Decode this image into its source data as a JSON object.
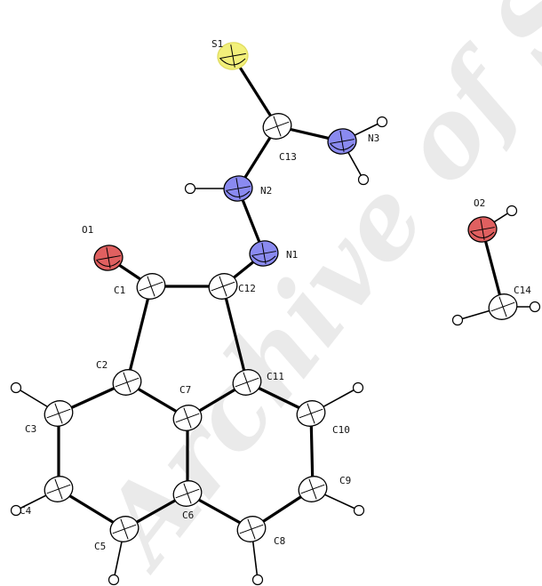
{
  "watermark": "Archive of SID",
  "colors": {
    "carbon": "#ffffff",
    "nitrogen": "#8a8af0",
    "oxygen": "#e06060",
    "sulfur": "#f2f07a",
    "hydrogen": "#ffffff",
    "bond": "#000000"
  },
  "atoms": [
    {
      "id": "S1",
      "element": "S"
    },
    {
      "id": "C13",
      "element": "C"
    },
    {
      "id": "N3",
      "element": "N"
    },
    {
      "id": "N2",
      "element": "N"
    },
    {
      "id": "N1",
      "element": "N"
    },
    {
      "id": "O1",
      "element": "O"
    },
    {
      "id": "C1",
      "element": "C"
    },
    {
      "id": "C12",
      "element": "C"
    },
    {
      "id": "C2",
      "element": "C"
    },
    {
      "id": "C7",
      "element": "C"
    },
    {
      "id": "C11",
      "element": "C"
    },
    {
      "id": "C3",
      "element": "C"
    },
    {
      "id": "C10",
      "element": "C"
    },
    {
      "id": "C4",
      "element": "C"
    },
    {
      "id": "C5",
      "element": "C"
    },
    {
      "id": "C6",
      "element": "C"
    },
    {
      "id": "C8",
      "element": "C"
    },
    {
      "id": "C9",
      "element": "C"
    },
    {
      "id": "O2",
      "element": "O"
    },
    {
      "id": "C14",
      "element": "C"
    }
  ],
  "bonds": [
    [
      "S1",
      "C13"
    ],
    [
      "C13",
      "N3"
    ],
    [
      "C13",
      "N2"
    ],
    [
      "N2",
      "N1"
    ],
    [
      "N1",
      "C12"
    ],
    [
      "O1",
      "C1"
    ],
    [
      "C1",
      "C12"
    ],
    [
      "C1",
      "C2"
    ],
    [
      "C12",
      "C11"
    ],
    [
      "C2",
      "C7"
    ],
    [
      "C7",
      "C11"
    ],
    [
      "C2",
      "C3"
    ],
    [
      "C3",
      "C4"
    ],
    [
      "C4",
      "C5"
    ],
    [
      "C5",
      "C6"
    ],
    [
      "C6",
      "C7"
    ],
    [
      "C6",
      "C8"
    ],
    [
      "C8",
      "C9"
    ],
    [
      "C9",
      "C10"
    ],
    [
      "C10",
      "C11"
    ],
    [
      "O2",
      "C14"
    ]
  ]
}
